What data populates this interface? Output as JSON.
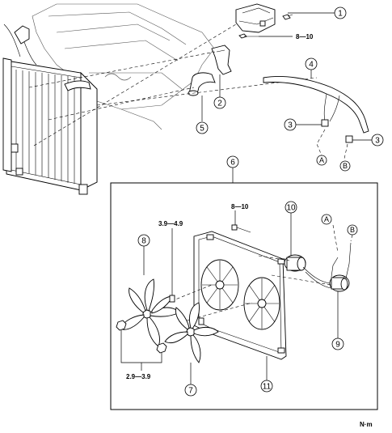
{
  "callouts": {
    "c1": "1",
    "c2": "2",
    "c3a": "3",
    "c3b": "3",
    "c4": "4",
    "c5": "5",
    "c6": "6",
    "c7": "7",
    "c8": "8",
    "c9": "9",
    "c10": "10",
    "c11": "11"
  },
  "torque": {
    "top_bracket": "8—10",
    "fan_frame": "8—10",
    "fan_blade_upper": "3.9—4.9",
    "fan_nut_lower": "2.9—3.9"
  },
  "connectors": {
    "a_top": "A",
    "b_top": "B",
    "a_inset": "A",
    "b_inset": "B"
  },
  "unit_label": "N·m"
}
